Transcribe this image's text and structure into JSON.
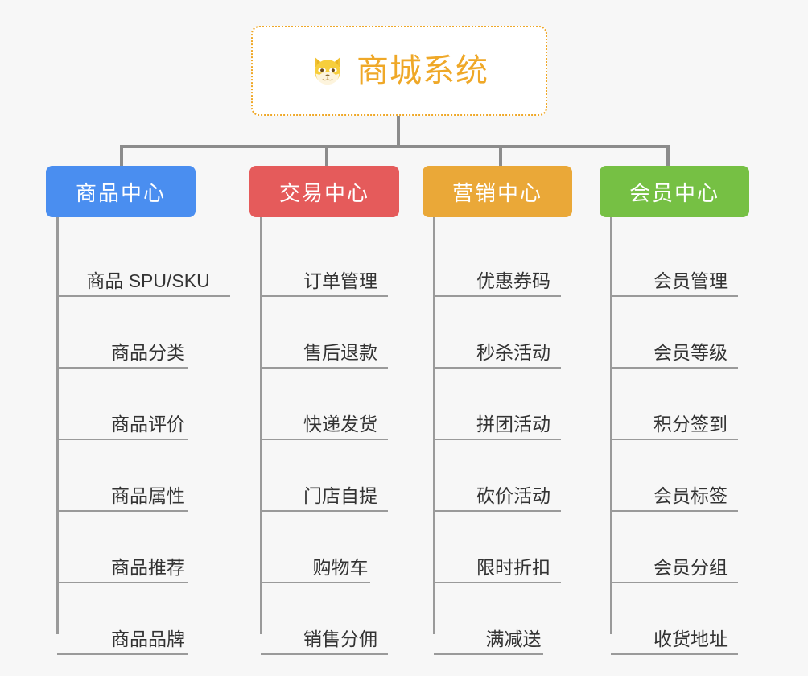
{
  "diagram": {
    "type": "mindmap",
    "background_color": "#f7f7f7",
    "line_color": "#8c8c8c"
  },
  "root": {
    "title": "商城系统",
    "icon": "shiba-dog-face-icon",
    "text_color": "#efa828",
    "border_color": "#efa828",
    "border_style": "dotted"
  },
  "branches": [
    {
      "label": "商品中心",
      "color": "#4a8ef0",
      "items": [
        "商品 SPU/SKU",
        "商品分类",
        "商品评价",
        "商品属性",
        "商品推荐",
        "商品品牌"
      ]
    },
    {
      "label": "交易中心",
      "color": "#e55b5b",
      "items": [
        "订单管理",
        "售后退款",
        "快递发货",
        "门店自提",
        "购物车",
        "销售分佣"
      ]
    },
    {
      "label": "营销中心",
      "color": "#eaa838",
      "items": [
        "优惠券码",
        "秒杀活动",
        "拼团活动",
        "砍价活动",
        "限时折扣",
        "满减送"
      ]
    },
    {
      "label": "会员中心",
      "color": "#76c044",
      "items": [
        "会员管理",
        "会员等级",
        "积分签到",
        "会员标签",
        "会员分组",
        "收货地址"
      ]
    }
  ]
}
